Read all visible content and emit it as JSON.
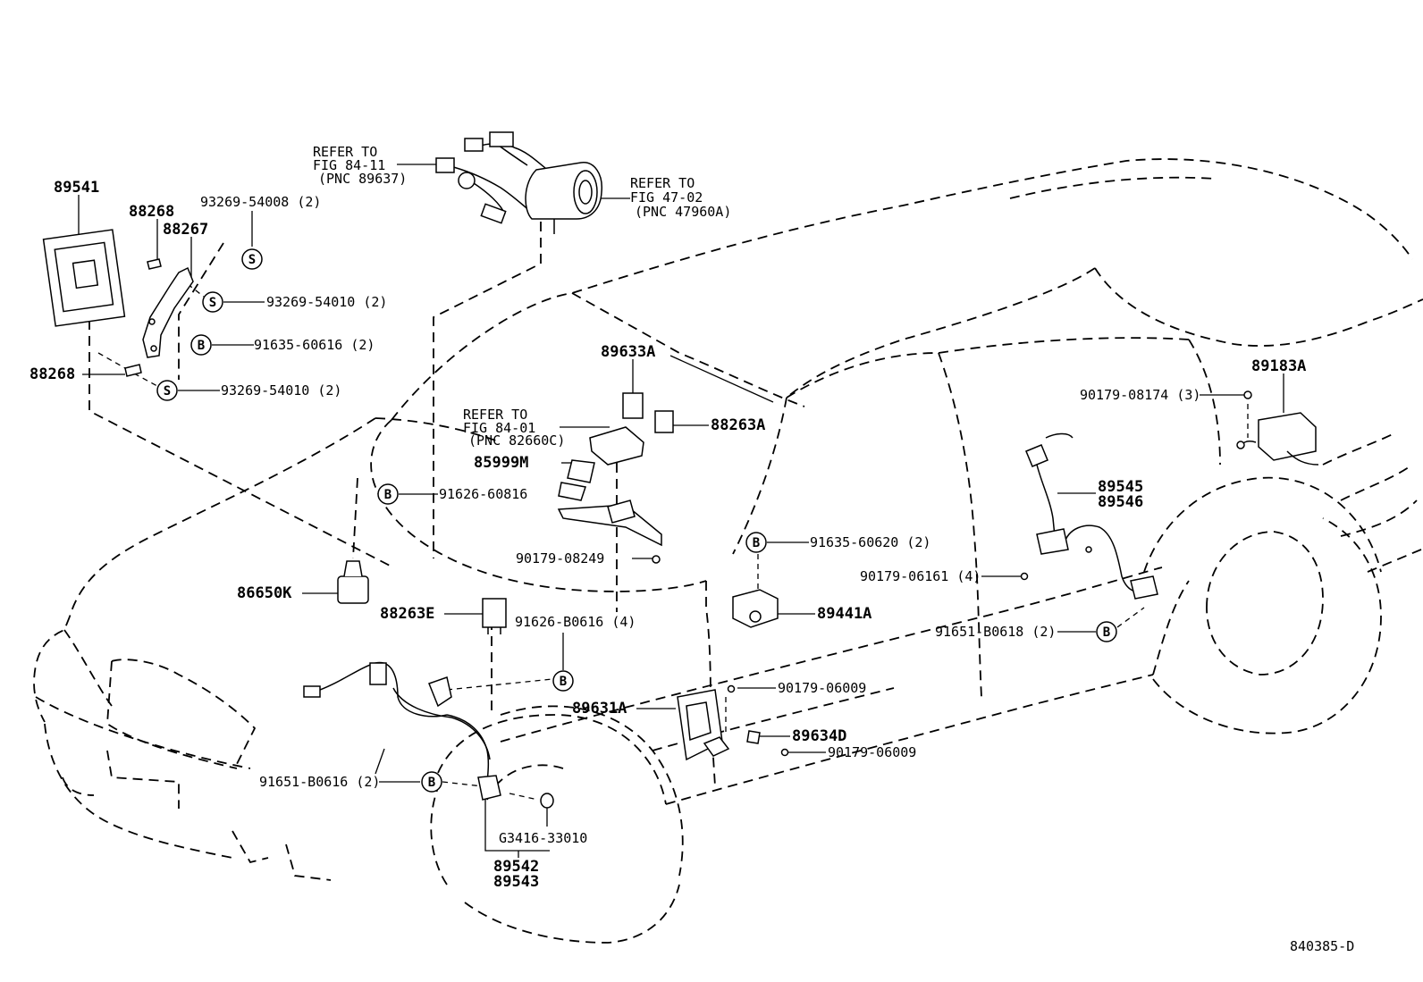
{
  "figure_code": "840385-D",
  "parts": {
    "p89541": "89541",
    "p88268a": "88268",
    "p88267": "88267",
    "p88268b": "88268",
    "p93269_54008": "93269-54008 (2)",
    "p93269_54010a": "93269-54010 (2)",
    "p91635_60616": "91635-60616 (2)",
    "p93269_54010b": "93269-54010 (2)",
    "p89633A": "89633A",
    "p88263A": "88263A",
    "p85999M": "85999M",
    "p91626_60816": "91626-60816",
    "p90179_08249": "90179-08249",
    "p86650K": "86650K",
    "p88263E": "88263E",
    "p91626_B0616": "91626-B0616 (4)",
    "p91635_60620": "91635-60620 (2)",
    "p89441A": "89441A",
    "p90179_06009a": "90179-06009",
    "p89631A": "89631A",
    "p89634D": "89634D",
    "p90179_06009b": "90179-06009",
    "p91651_B0616": "91651-B0616 (2)",
    "pG3416_33010": "G3416-33010",
    "p89542": "89542",
    "p89543": "89543",
    "p89183A": "89183A",
    "p90179_08174": "90179-08174 (3)",
    "p89545": "89545",
    "p89546": "89546",
    "p90179_06161": "90179-06161 (4)",
    "p91651_B0618": "91651-B0618 (2)"
  },
  "refers": {
    "r1_line1": "REFER TO",
    "r1_line2": "FIG 84-11",
    "r1_line3": "(PNC 89637)",
    "r2_line1": "REFER TO",
    "r2_line2": "FIG 47-02",
    "r2_line3": "(PNC 47960A)",
    "r3_line1": "REFER TO",
    "r3_line2": "FIG 84-01",
    "r3_line3": "(PNC 82660C)"
  },
  "symbols": {
    "s": "S",
    "b": "B"
  }
}
